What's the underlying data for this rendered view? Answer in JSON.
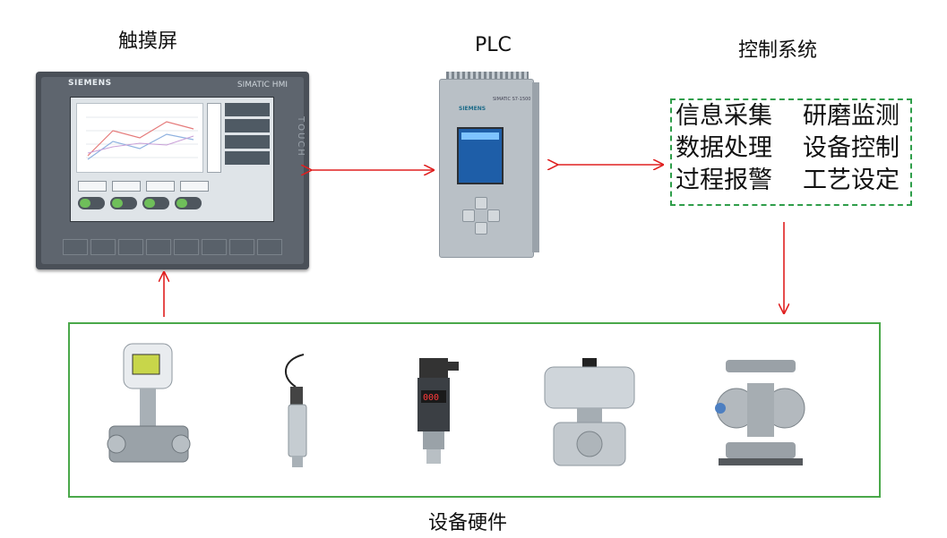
{
  "labels": {
    "hmi": "触摸屏",
    "plc": "PLC",
    "control": "控制系统",
    "hardware": "设备硬件"
  },
  "hmi_device": {
    "brand": "SIEMENS",
    "model": "SIMATIC HMI",
    "side_text": "TOUCH"
  },
  "plc_device": {
    "brand": "SIEMENS",
    "model": "SIMATIC S7-1500"
  },
  "control_functions": [
    [
      "信息采集",
      "研磨监测"
    ],
    [
      "数据处理",
      "设备控制"
    ],
    [
      "过程报警",
      "工艺设定"
    ]
  ],
  "colors": {
    "arrow": "#e02020",
    "dashed_border": "#2f9e4a",
    "hardware_border": "#4aa84a"
  }
}
